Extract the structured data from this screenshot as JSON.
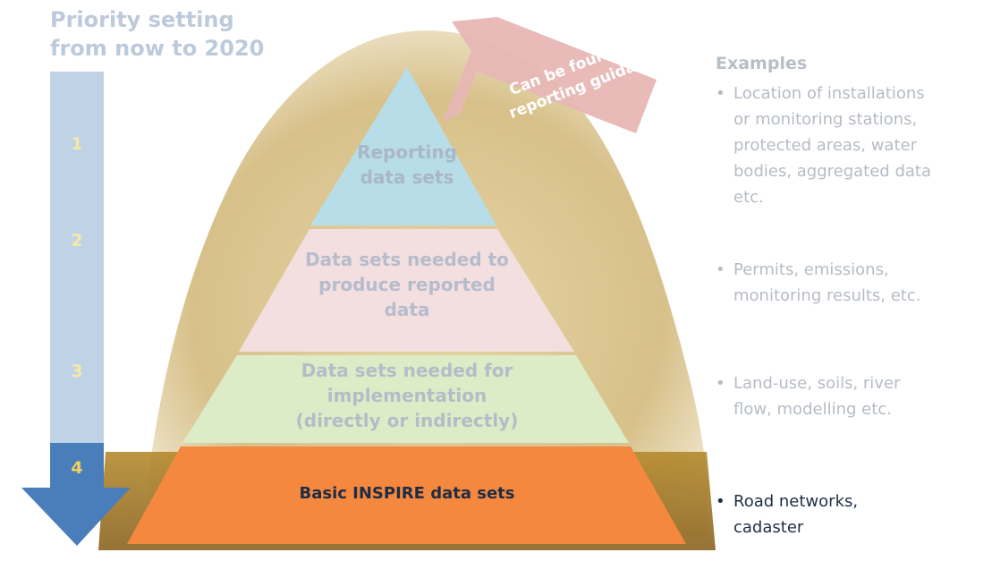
{
  "priority": {
    "title_line1": "Priority setting",
    "title_line2": "from now to 2020",
    "steps": [
      "1",
      "2",
      "3",
      "4"
    ]
  },
  "pyramid": {
    "layers": [
      {
        "lines": [
          "Reporting",
          "data sets"
        ],
        "fill": "#b7dde8",
        "text_color": "#a9b7c8"
      },
      {
        "lines": [
          "Data sets needed to",
          "produce  reported",
          "data"
        ],
        "fill": "#f3dfe0",
        "text_color": "#b6bccb"
      },
      {
        "lines": [
          "Data sets  needed for",
          "implementation",
          "(directly or indirectly)"
        ],
        "fill": "#dcecc6",
        "text_color": "#b4bcc8"
      },
      {
        "lines": [
          "Basic INSPIRE data sets"
        ],
        "fill": "#f5883f",
        "text_color": "#1f2d44"
      }
    ]
  },
  "callout": {
    "line1": "Can be found in",
    "line2": "reporting guidance!",
    "fill": "#e7b7b5"
  },
  "examples": {
    "heading": "Examples",
    "groups": [
      [
        "Location of installations",
        "or monitoring stations,",
        "protected areas, water",
        "bodies, aggregated data",
        "etc."
      ],
      [
        "Permits, emissions,",
        "monitoring results, etc."
      ],
      [
        "Land-use, soils, river",
        "flow, modelling etc."
      ],
      [
        "Road networks,",
        "cadaster"
      ]
    ],
    "bullet": "•"
  },
  "colors": {
    "arrow_light": "#b9cde3",
    "arrow_dark": "#4a7ebb",
    "haystack": "#cbb27a",
    "step_number": "#f6e9a8",
    "step_number_active": "#f3d15a"
  }
}
